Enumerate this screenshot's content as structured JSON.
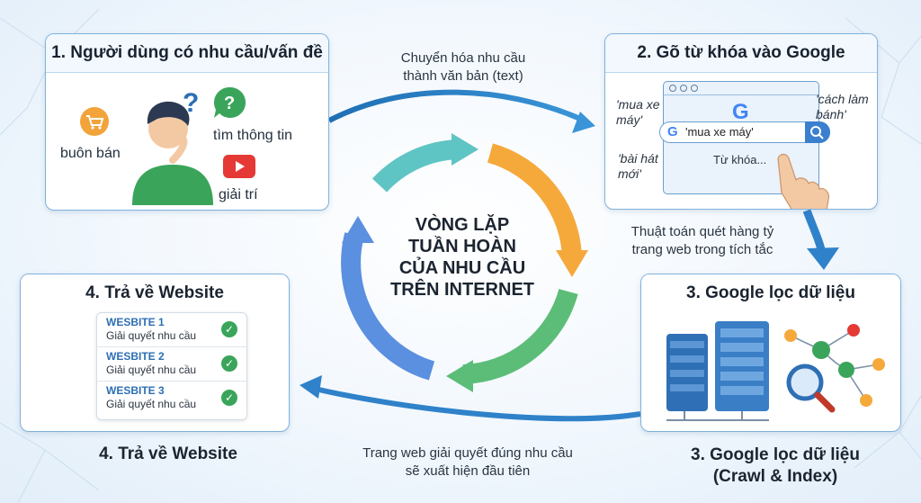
{
  "center_title": [
    "VÒNG LẶP",
    "TUẦN HOÀN",
    "CỦA NHU CẦU",
    "TRÊN INTERNET"
  ],
  "step1": {
    "title": "1. Người dùng có nhu cầu/vấn đề",
    "labels": {
      "buy": "buôn bán",
      "info": "tìm thông tin",
      "fun": "giải trí"
    }
  },
  "step2": {
    "title": "2. Gõ từ khóa vào Google",
    "search_query": "'mua xe máy'",
    "placeholder": "Từ khóa...",
    "keywords": {
      "left_top": [
        "'mua xe",
        "máy'"
      ],
      "left_bottom": [
        "'bài hát",
        "mới'"
      ],
      "right_top": [
        "'cách làm",
        "bánh'"
      ]
    }
  },
  "step3": {
    "title": "3. Google lọc dữ liệu",
    "bottom_title": [
      "3. Google lọc dữ liệu",
      "(Crawl & Index)"
    ]
  },
  "step4": {
    "title": "4. Trả về Website",
    "bottom_title": "4. Trả về Website",
    "results": [
      {
        "name": "WESBITE 1",
        "desc": "Giải quyết nhu cầu"
      },
      {
        "name": "WESBITE 2",
        "desc": "Giải quyết nhu cầu"
      },
      {
        "name": "WESBITE 3",
        "desc": "Giải quyết nhu cầu"
      }
    ]
  },
  "notes": {
    "top": [
      "Chuyển hóa nhu cầu",
      "thành văn bản (text)"
    ],
    "right": [
      "Thuật toán quét hàng tỷ",
      "trang web trong tích tắc"
    ],
    "bottom": [
      "Trang web giải quyết đúng nhu cầu",
      "sẽ xuất hiện đầu tiên"
    ]
  },
  "colors": {
    "arrow_blue": "#2f82c9",
    "cycle_teal": "#5fc4c4",
    "cycle_orange": "#f5a93b",
    "cycle_green": "#5cbd78",
    "cycle_blue": "#5b8fe0"
  }
}
